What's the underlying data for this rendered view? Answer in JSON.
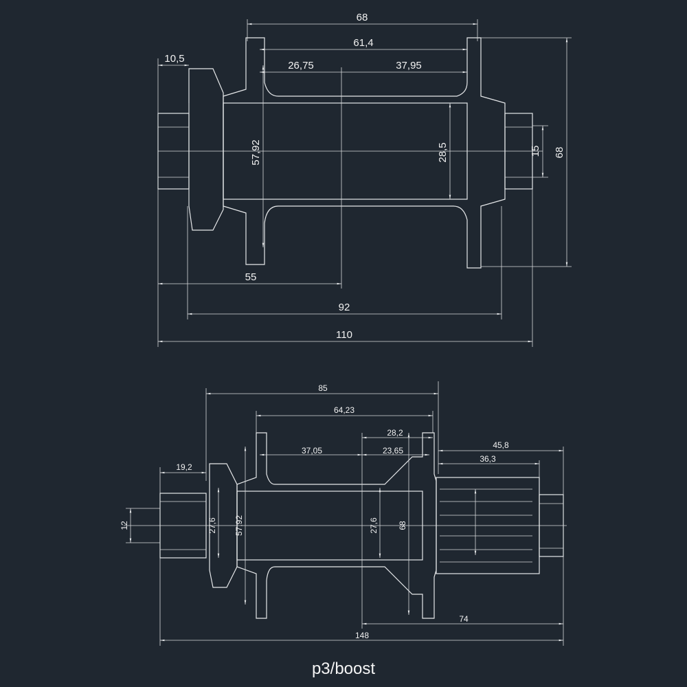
{
  "caption": "p3/boost",
  "front_hub": {
    "dims": {
      "overall_flange": "68",
      "flange_spacing": "61,4",
      "left_to_center": "26,75",
      "center_to_right": "37,95",
      "end_cap": "10,5",
      "left_half": "55",
      "body_width": "92",
      "axle_width": "110",
      "flange_pcd": "57,92",
      "shell_bore": "28,5",
      "axle_dia": "15",
      "flange_dia": "68"
    }
  },
  "rear_hub": {
    "dims": {
      "left_to_flange": "85",
      "flange_spacing": "64,23",
      "right_offset": "28,2",
      "left_to_center": "37,05",
      "center_to_right": "23,65",
      "freehub_outer": "45,8",
      "freehub_body": "36,3",
      "end_cap": "19,2",
      "right_half": "74",
      "axle_width": "148",
      "axle_dia": "12",
      "left_bore": "27,6",
      "flange_pcd": "57,92",
      "right_bore": "27,6",
      "right_flange_dia": "68"
    }
  }
}
